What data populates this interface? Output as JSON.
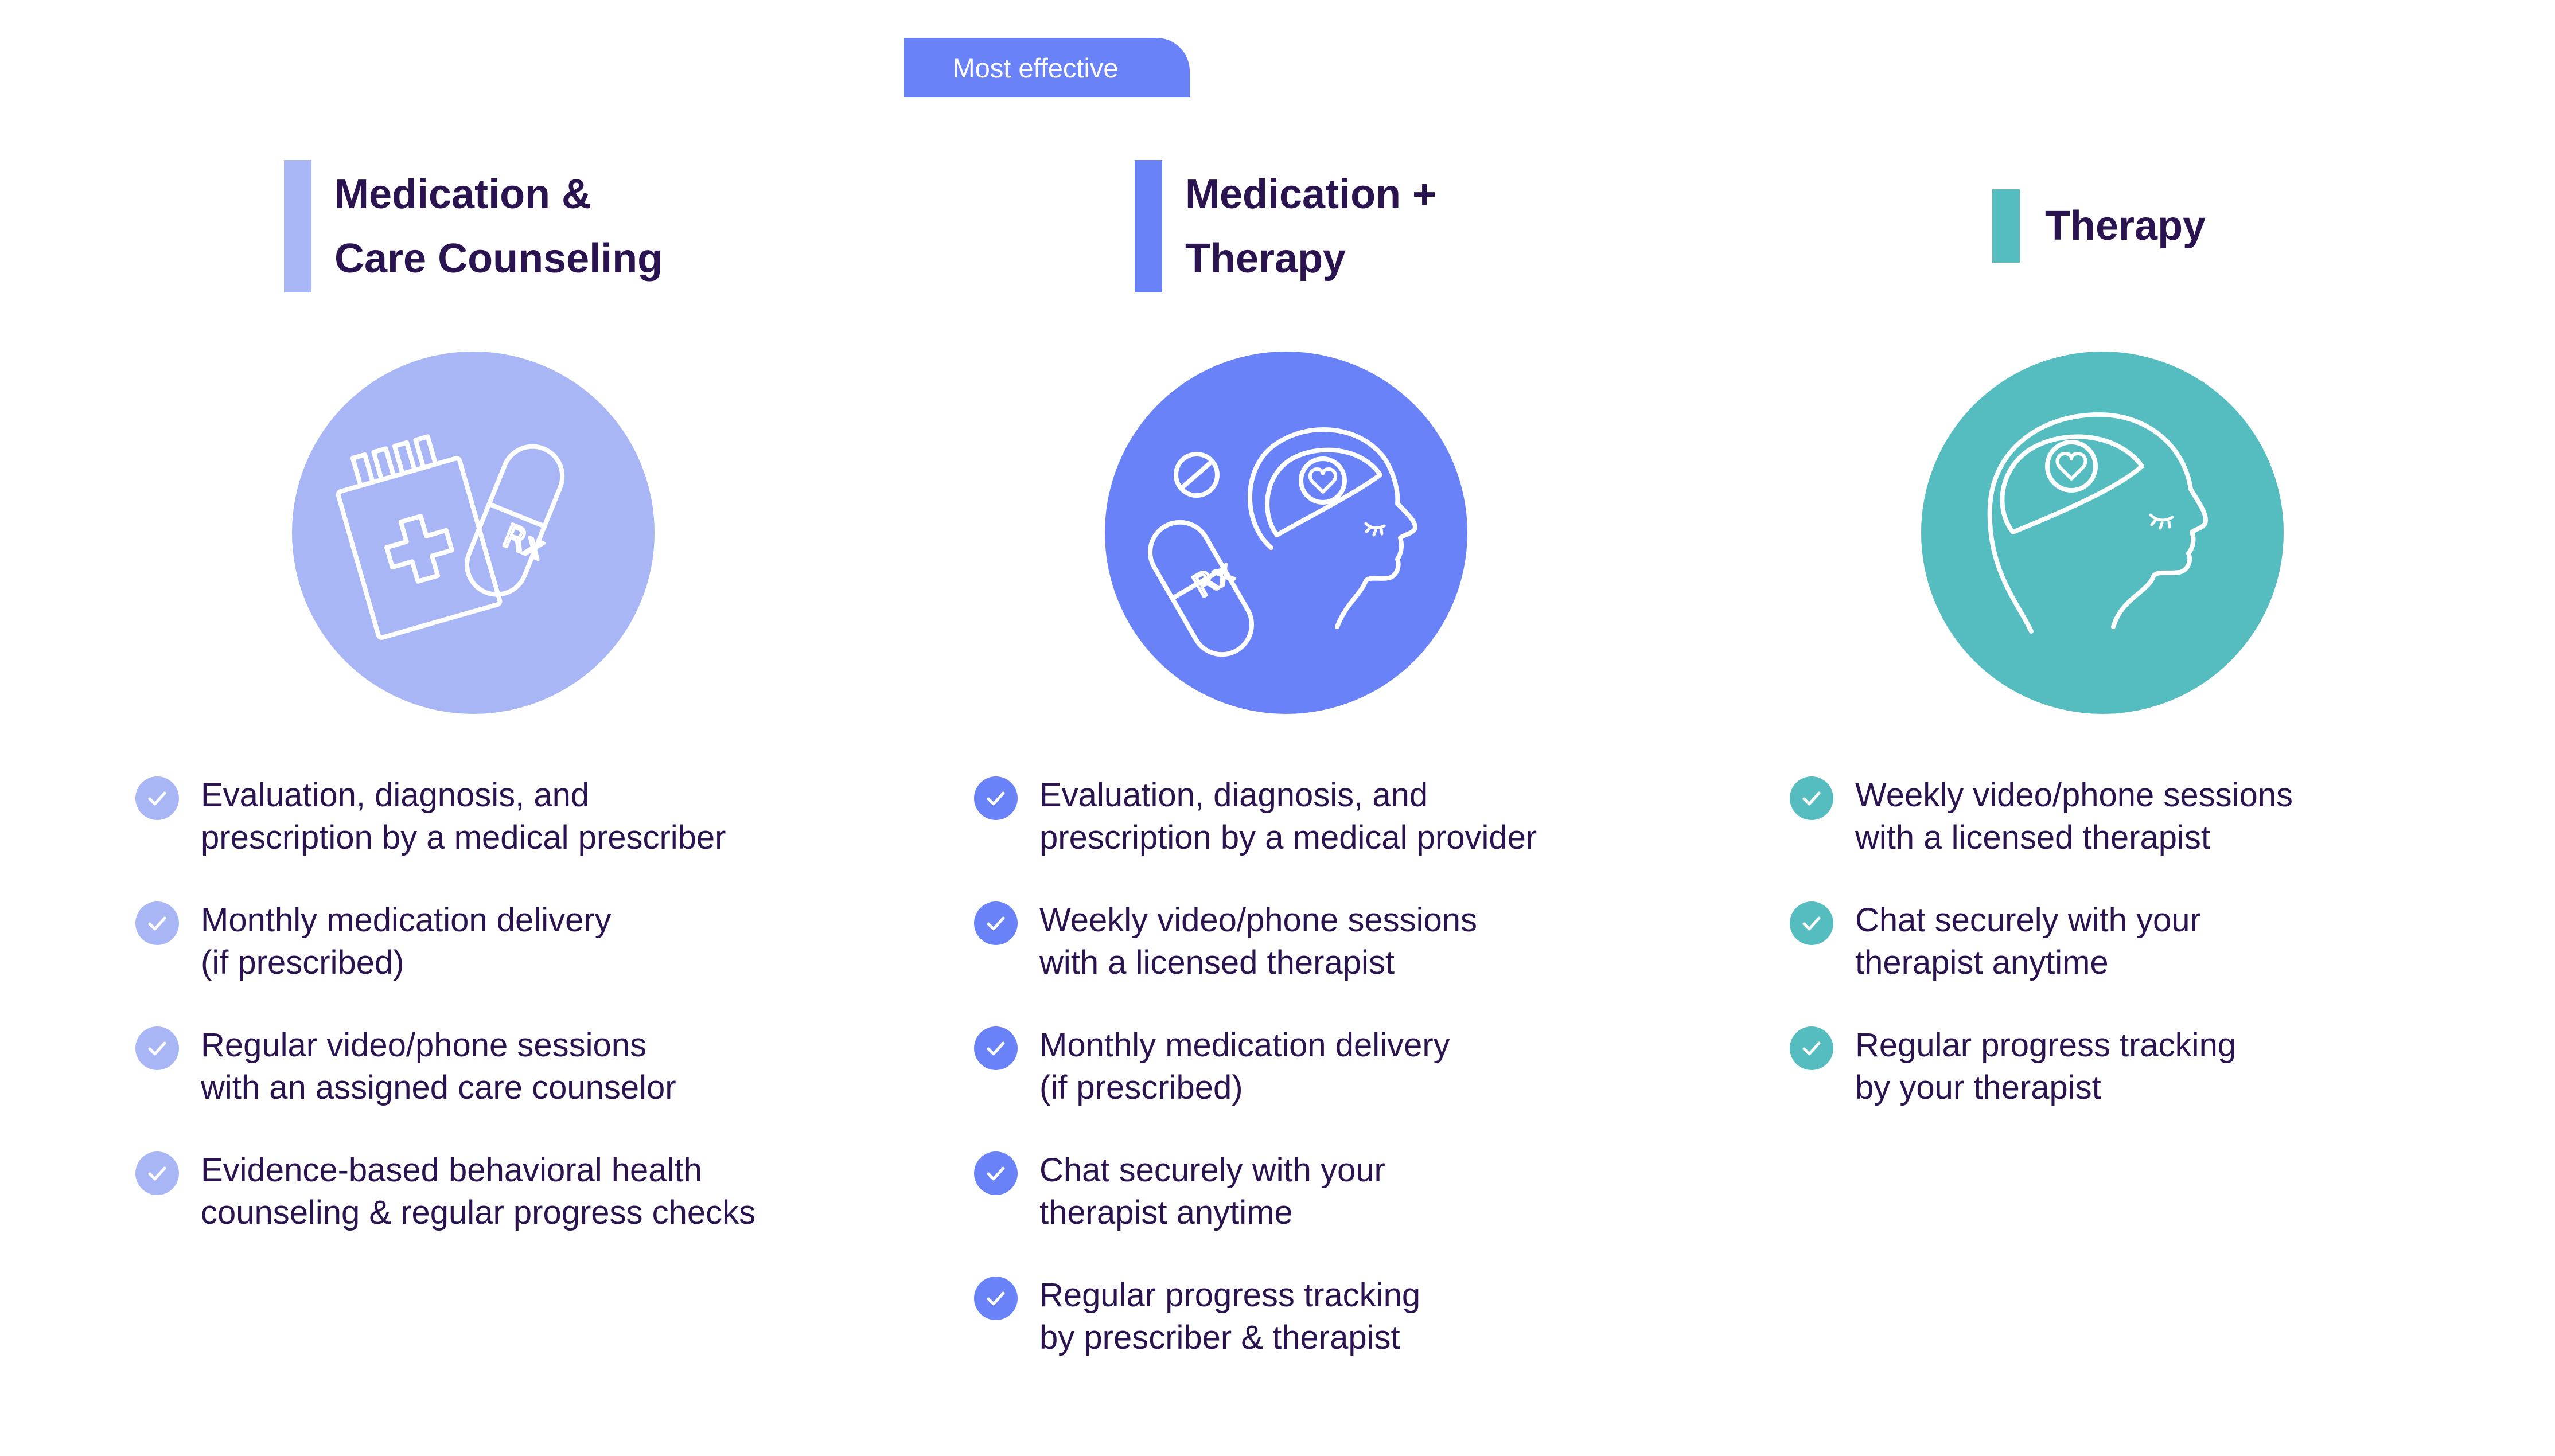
{
  "badge": {
    "label": "Most effective"
  },
  "plans": [
    {
      "title": "Medication &\nCare Counseling",
      "accent": "#a8b6f6",
      "icon": "notepad-with-pill-icon",
      "features": [
        "Evaluation, diagnosis, and\nprescription by a medical prescriber",
        "Monthly medication delivery\n(if prescribed)",
        "Regular video/phone sessions\nwith an assigned care counselor",
        "Evidence-based behavioral health\ncounseling & regular progress checks"
      ]
    },
    {
      "title": "Medication +\nTherapy",
      "accent": "#6a82f7",
      "icon": "pill-and-head-icon",
      "features": [
        "Evaluation, diagnosis, and\nprescription by a medical provider",
        "Weekly video/phone sessions\nwith a licensed therapist",
        "Monthly medication delivery\n(if prescribed)",
        "Chat securely with your\ntherapist anytime",
        "Regular progress tracking\nby prescriber & therapist"
      ]
    },
    {
      "title": "Therapy",
      "accent": "#55bcc0",
      "icon": "head-with-heart-icon",
      "features": [
        "Weekly video/phone sessions\nwith a licensed therapist",
        "Chat securely with your\ntherapist anytime",
        "Regular progress tracking\nby your therapist"
      ]
    }
  ],
  "colors": {
    "text": "#2a1450",
    "badge": "#6a82f7",
    "icon_stroke": "#ffffff"
  }
}
